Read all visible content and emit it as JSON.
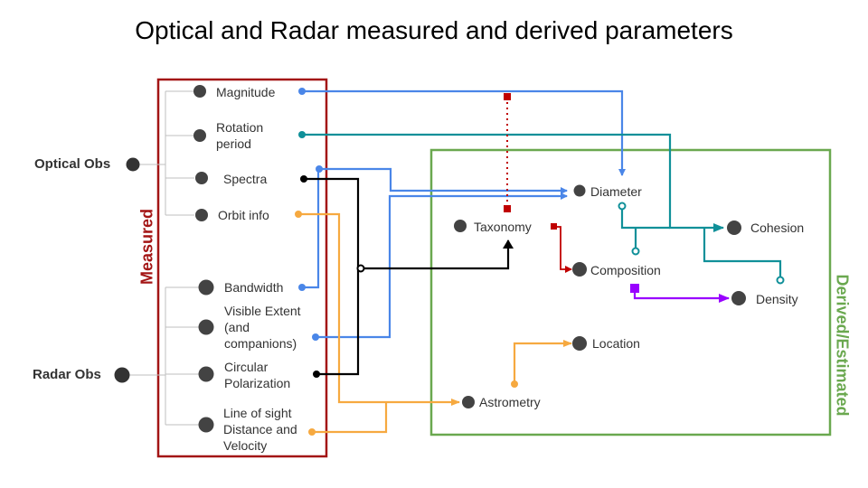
{
  "title": "Optical and Radar measured and derived parameters",
  "groups": {
    "measured": "Measured",
    "derived": "Derived/Estimated"
  },
  "sources": {
    "optical": "Optical Obs",
    "radar": "Radar Obs"
  },
  "measured": {
    "magnitude": "Magnitude",
    "rotation_period": "Rotation\nperiod",
    "spectra": "Spectra",
    "orbit_info": "Orbit info",
    "bandwidth": "Bandwidth",
    "visible_extent": "Visible Extent\n(and\ncompanions)",
    "circular_polarization": "Circular\nPolarization",
    "los": "Line of sight\nDistance and\nVelocity"
  },
  "derived": {
    "diameter": "Diameter",
    "taxonomy": "Taxonomy",
    "cohesion": "Cohesion",
    "composition": "Composition",
    "density": "Density",
    "location": "Location",
    "astrometry": "Astrometry"
  },
  "colors": {
    "measured_box": "#a31515",
    "derived_box": "#6aa84f",
    "blue": "#4a86e8",
    "teal": "#109099",
    "orange": "#f6a940",
    "red": "#c00000",
    "purple": "#9900ff",
    "black": "#000000",
    "node": "#434343",
    "tree": "#bfbfbf"
  }
}
